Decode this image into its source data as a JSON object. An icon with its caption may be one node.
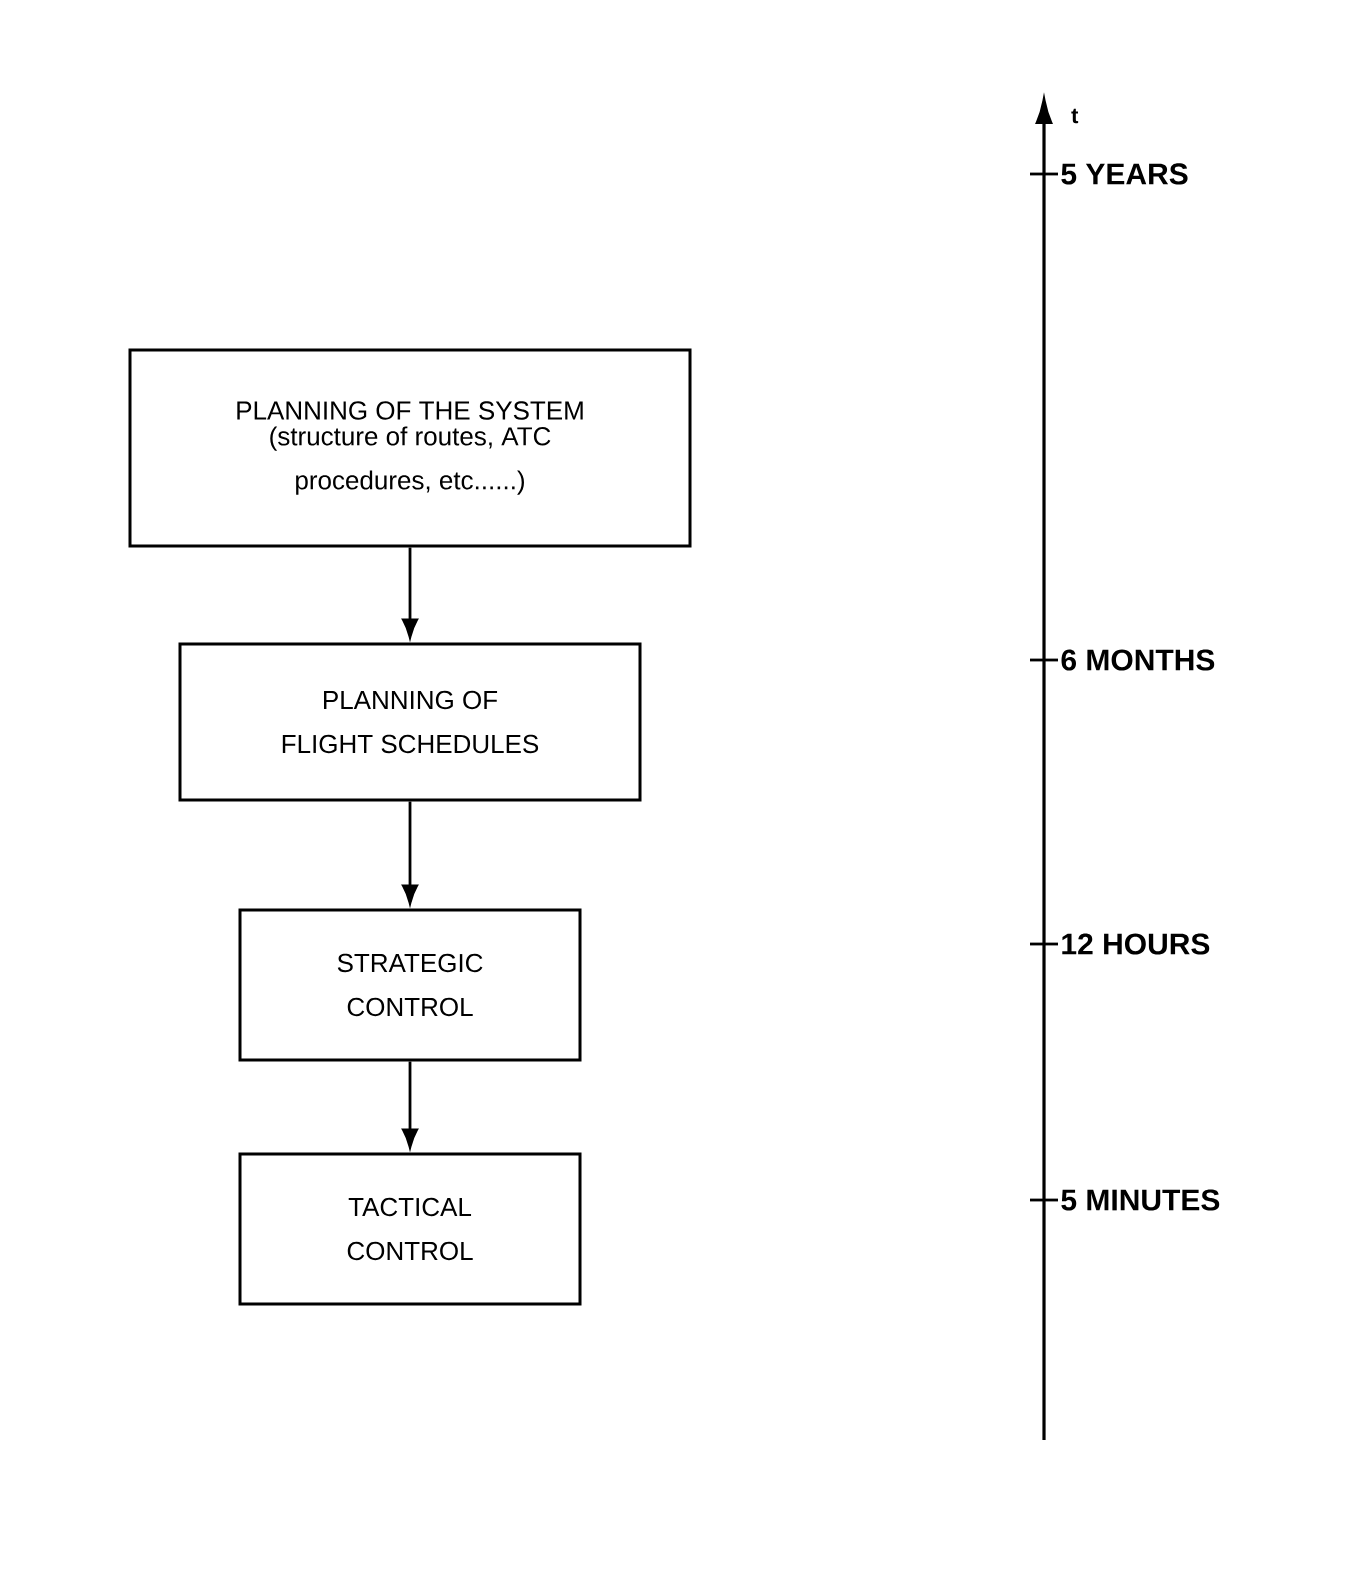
{
  "diagram": {
    "nodes": [
      {
        "text": [
          "PLANNING OF THE SYSTEM",
          "(structure of routes, ATC procedures, etc......)"
        ]
      },
      {
        "text": [
          "PLANNING OF FLIGHT SCHEDULES"
        ]
      },
      {
        "text": [
          "STRATEGIC CONTROL"
        ]
      },
      {
        "text": [
          "TACTICAL CONTROL"
        ]
      }
    ],
    "edges": [
      {
        "from": 0,
        "to": 1,
        "arrow": "to"
      },
      {
        "from": 1,
        "to": 2,
        "arrow": "to"
      },
      {
        "from": 2,
        "to": 3,
        "arrow": "to"
      }
    ],
    "labels": [
      "t",
      "5 YEARS",
      "6 MONTHS",
      "12 HOURS",
      "5 MINUTES"
    ]
  }
}
